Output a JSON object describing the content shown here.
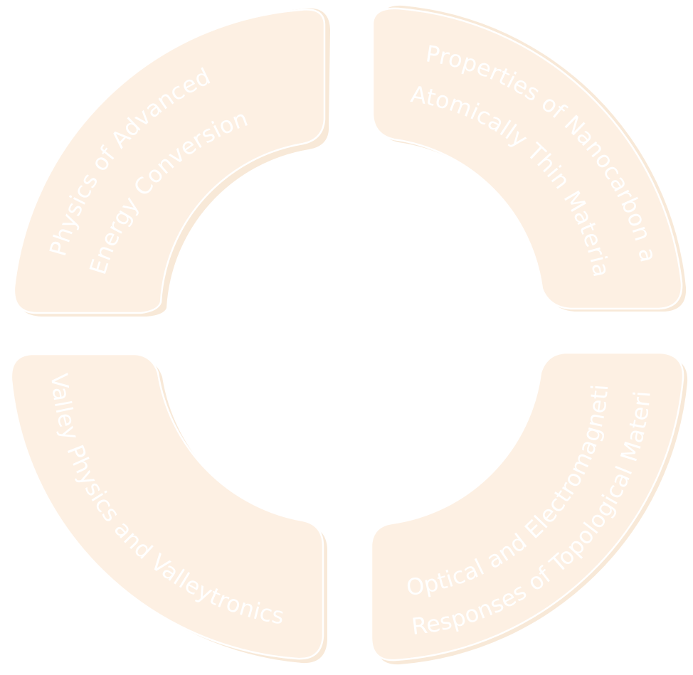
{
  "colors": {
    "segment_fill": "#fdf0e3",
    "segment_shadow": "#f8e9d8",
    "label_text": "#ffffff",
    "background": "#ffffff"
  },
  "segments": [
    {
      "id": "top-left",
      "lines": [
        "Physics of Advanced",
        "Energy Conversion"
      ]
    },
    {
      "id": "top-right",
      "lines": [
        "Properties of Nanocarbon and",
        "Atomically Thin Materials"
      ]
    },
    {
      "id": "bottom-left",
      "lines": [
        "Valley Physics and Valleytronics"
      ]
    },
    {
      "id": "bottom-right",
      "lines": [
        "Optical and Electromagnetic",
        "Responses of Topological Materials"
      ]
    }
  ]
}
